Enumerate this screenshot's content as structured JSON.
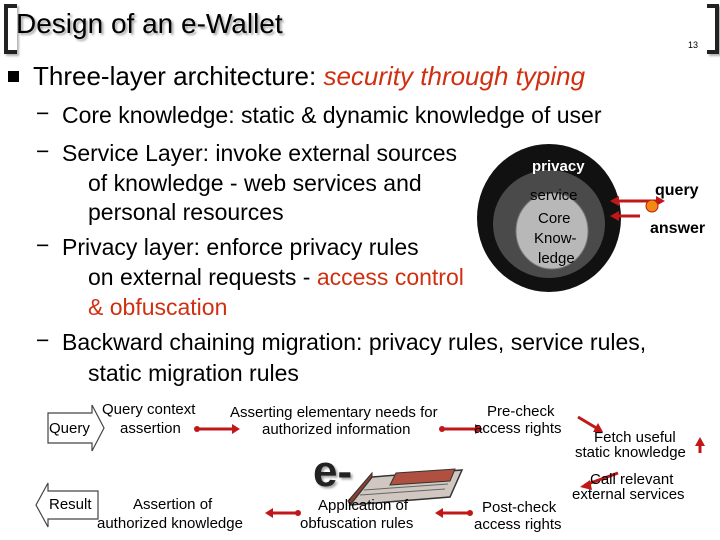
{
  "slide": {
    "title": "Design of an e-Wallet",
    "page_number": "13"
  },
  "main_bullet": {
    "prefix": "Three-layer architecture: ",
    "highlight": "security through typing"
  },
  "sub_bullets": {
    "b1": "Core knowledge: static & dynamic knowledge of user",
    "b2_l1": "Service Layer: invoke external sources",
    "b2_l2": "of knowledge - web services and",
    "b2_l3": "personal resources",
    "b3_l1": "Privacy layer: enforce privacy rules",
    "b3_l2a": "on external requests - ",
    "b3_l2b": "access control",
    "b3_l3": "& obfuscation",
    "b4_l1": "Backward chaining migration: privacy rules, service rules,",
    "b4_l2": "static migration rules"
  },
  "layers": {
    "privacy": "privacy",
    "service": "service",
    "core_l1": "Core",
    "core_l2": "Know-",
    "core_l3": "ledge",
    "query": "query",
    "answer": "answer"
  },
  "flow": {
    "query": "Query",
    "query_context_l1": "Query context",
    "query_context_l2": "assertion",
    "asserting_l1": "Asserting elementary needs for",
    "asserting_l2": "authorized information",
    "precheck_l1": "Pre-check",
    "precheck_l2": "access rights",
    "fetch_l1": "Fetch useful",
    "fetch_l2": "static knowledge",
    "call_l1": "Call relevant",
    "call_l2": "external services",
    "postcheck_l1": "Post-check",
    "postcheck_l2": "access rights",
    "obfuscation_l1": "Application of",
    "obfuscation_l2": "obfuscation rules",
    "assertion_l1": "Assertion of",
    "assertion_l2": "authorized knowledge",
    "result": "Result",
    "logo": "e-"
  },
  "colors": {
    "accent_red": "#d03010",
    "arrow_red": "#c01818",
    "ring_outer": "#111111",
    "ring_mid": "#4a4a4a",
    "ring_inner": "#b8b8b8",
    "star": "#f08a10"
  }
}
